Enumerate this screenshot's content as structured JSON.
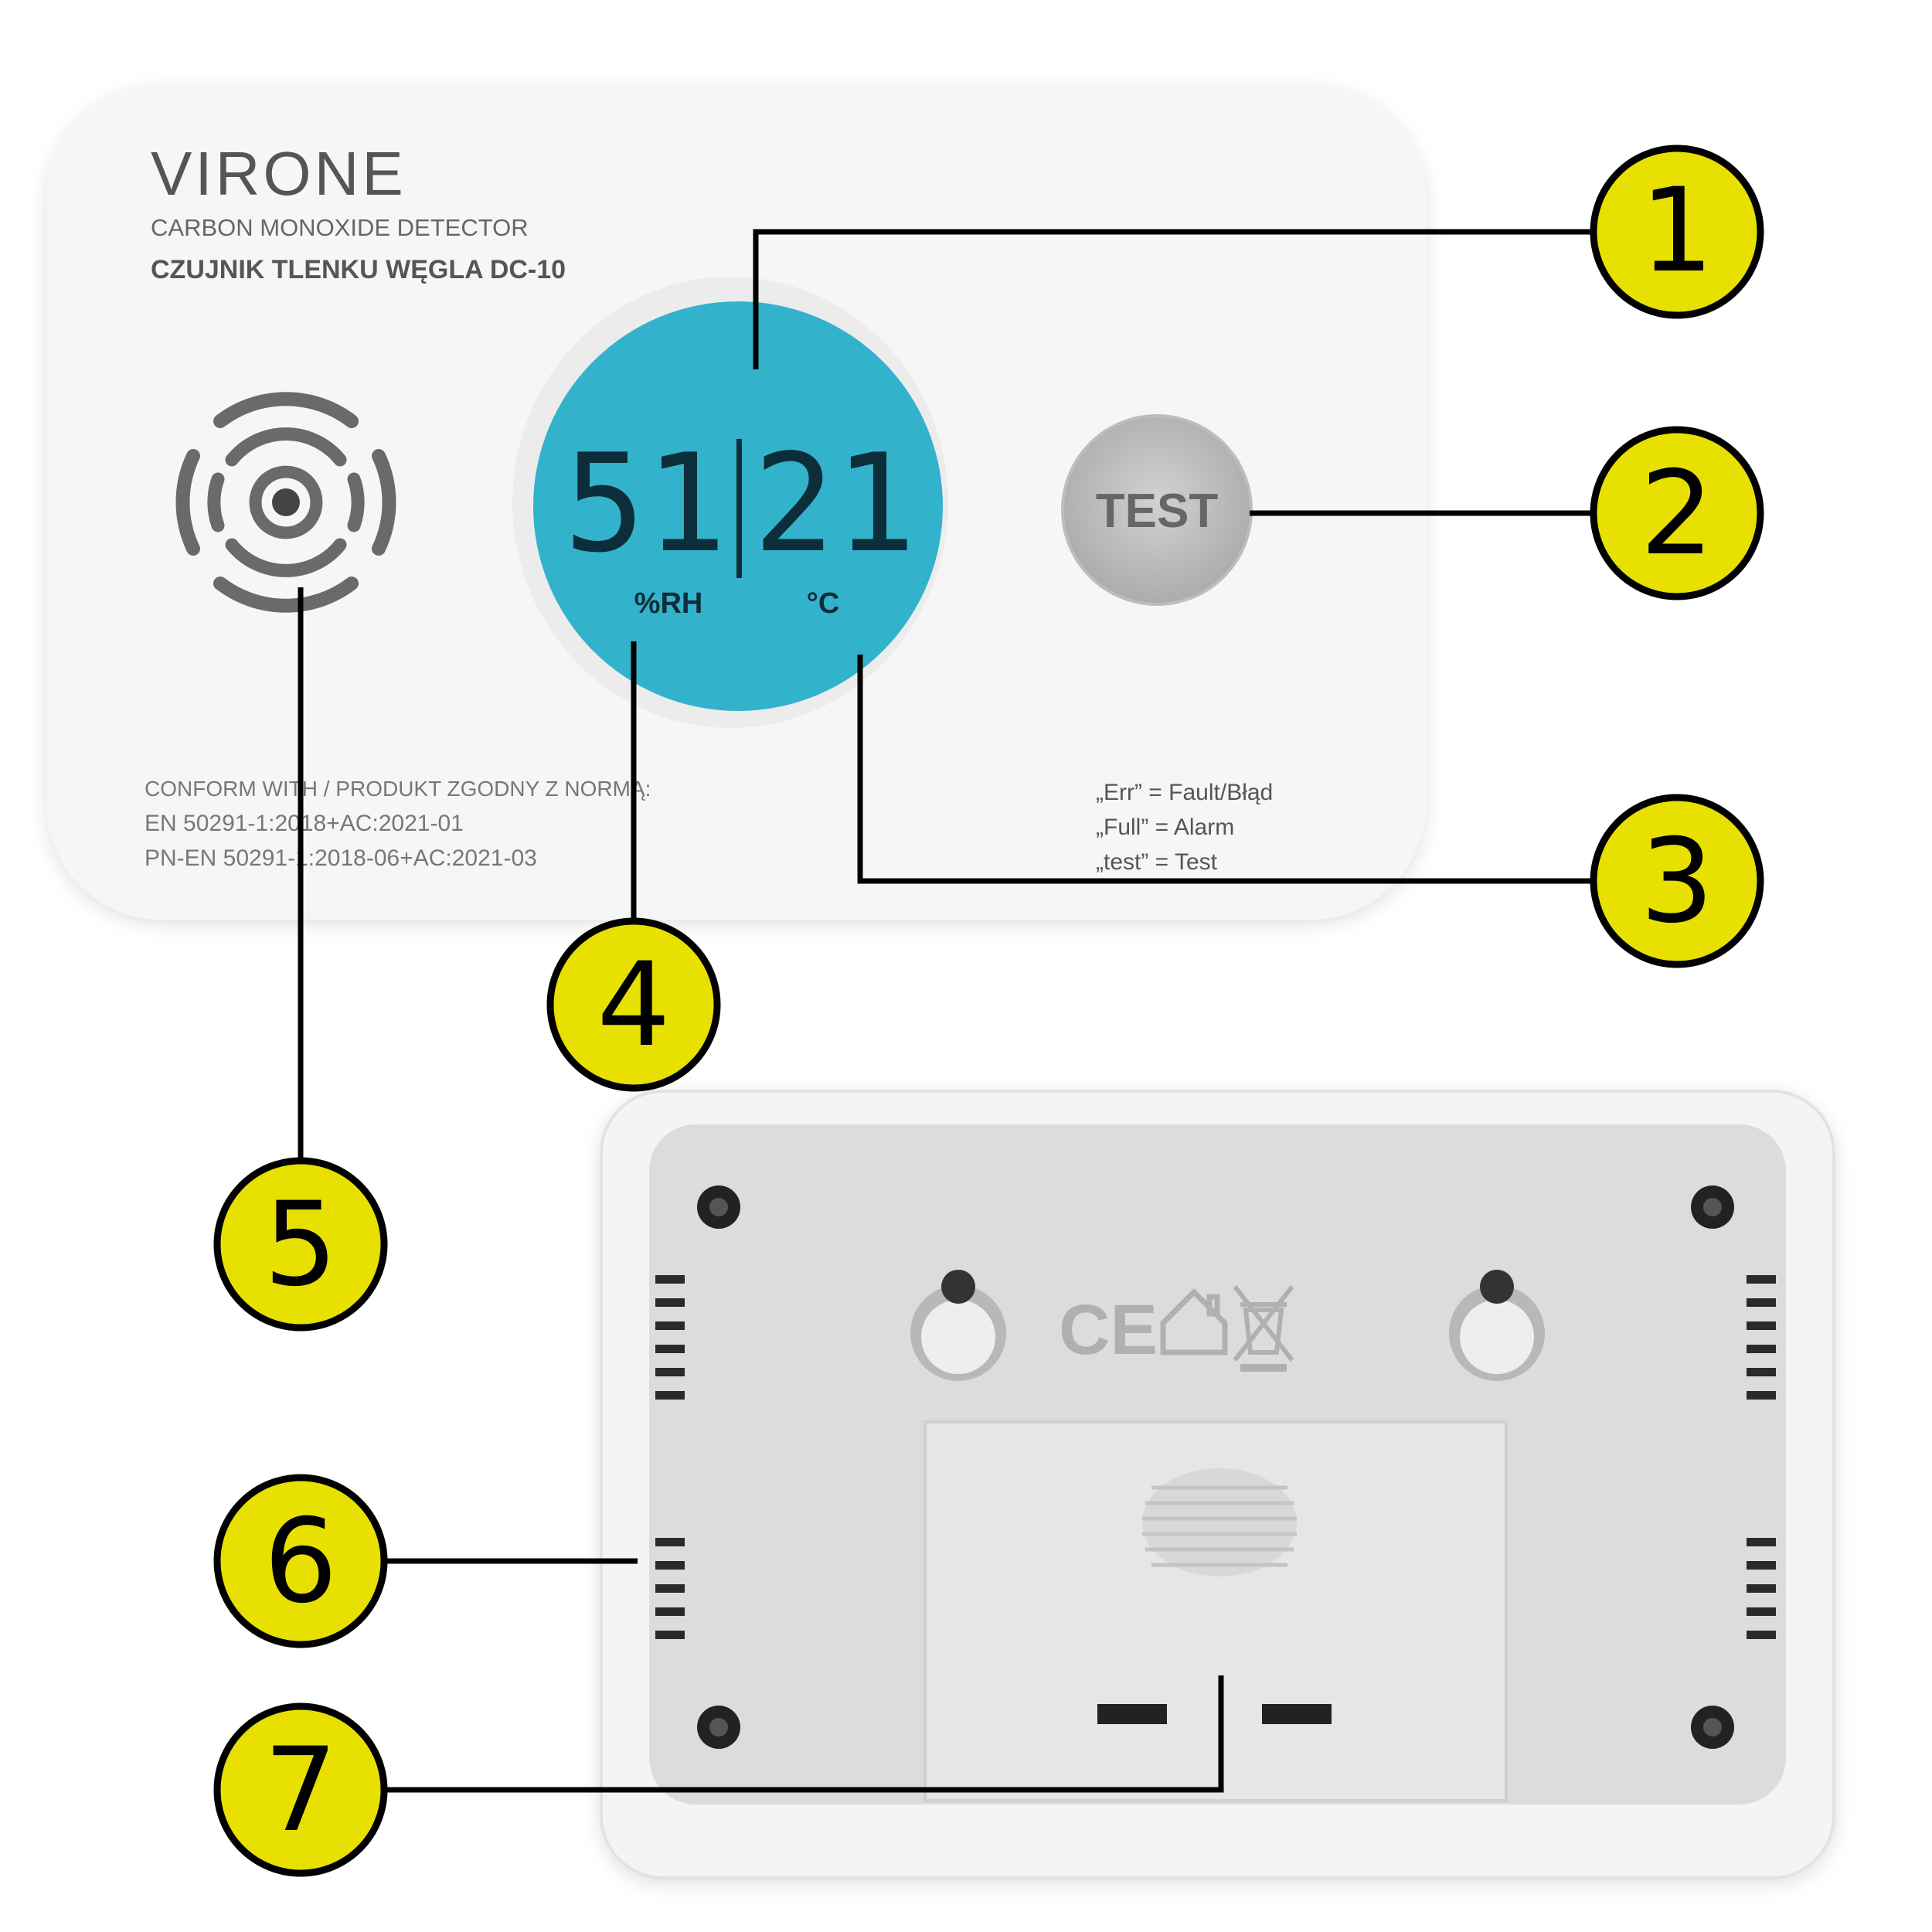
{
  "front": {
    "brand": "VIRONE",
    "subtitle_en": "CARBON MONOXIDE DETECTOR",
    "subtitle_pl": "CZUJNIK TLENKU WĘGLA DC-10",
    "display": {
      "humidity": "51",
      "temperature": "21",
      "humidity_unit": "%RH",
      "temperature_unit": "°C"
    },
    "test_button": "TEST",
    "norms": [
      "CONFORM WITH / PRODUKT ZGODNY Z NORMĄ:",
      "EN 50291-1:2018+AC:2021-01",
      "PN-EN 50291-1:2018-06+AC:2021-03"
    ],
    "codes": [
      "„Err” = Fault/Błąd",
      "„Full” = Alarm",
      "„test” = Test"
    ]
  },
  "back": {
    "marks": [
      "CE"
    ]
  },
  "callouts": [
    "1",
    "2",
    "3",
    "4",
    "5",
    "6",
    "7"
  ],
  "colors": {
    "callout_fill": "#e8e000",
    "lcd": "#33b2cc",
    "lcd_digits": "#0c2e3a",
    "test_button": "#c4c4c4",
    "back_plate": "#dcdcdc",
    "device_front": "#f6f6f6"
  },
  "icons": [
    "speaker-grille-icon",
    "ce-mark-icon",
    "house-icon",
    "crossed-bin-icon"
  ]
}
